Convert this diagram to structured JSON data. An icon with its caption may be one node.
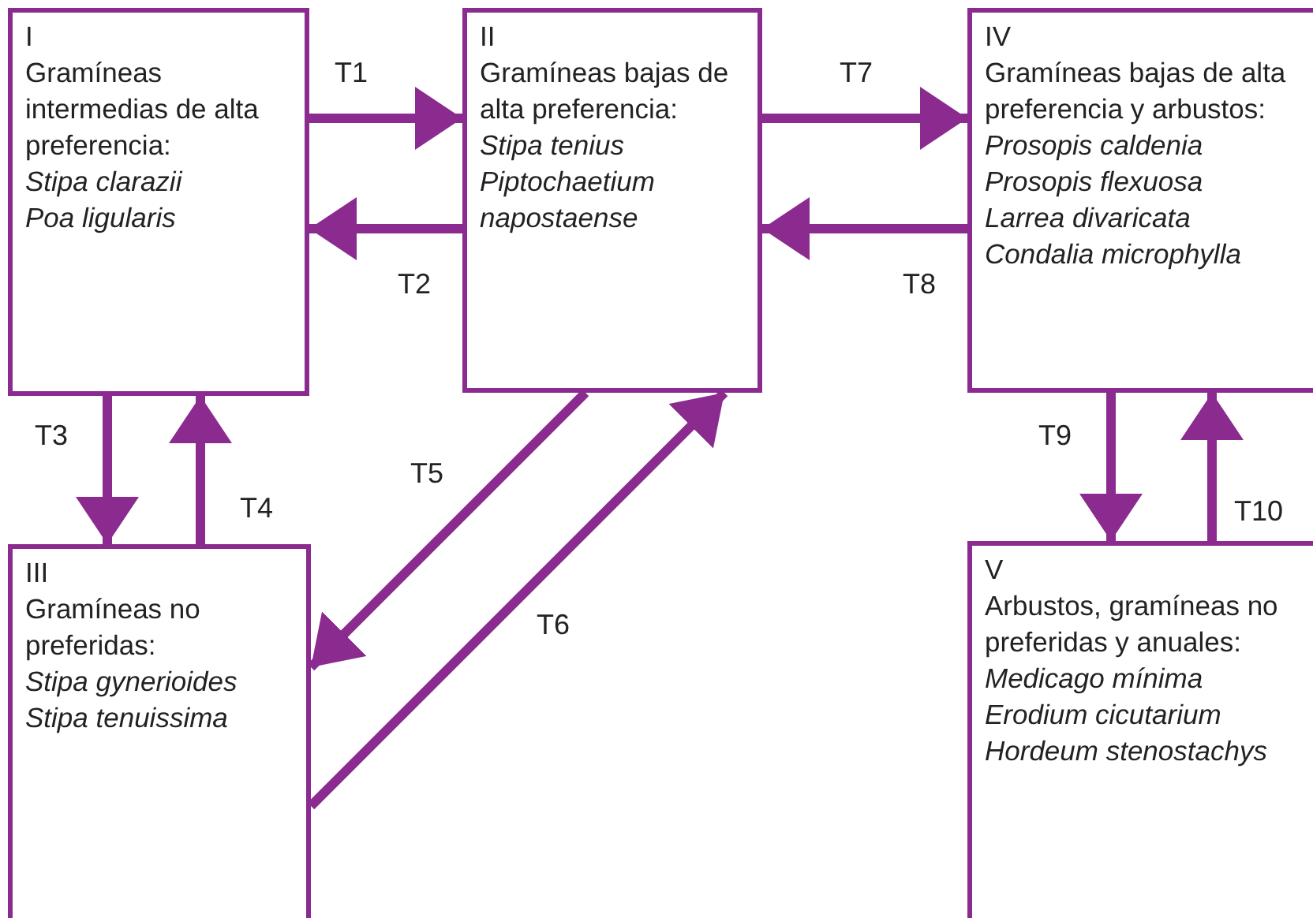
{
  "diagram": {
    "nodes": [
      {
        "text": [
          "I",
          "Gramíneas intermedias de alta preferencia:",
          "Stipa clarazii",
          "Poa ligularis"
        ]
      },
      {
        "text": [
          "II",
          "Gramíneas bajas de alta preferencia:",
          "Stipa tenius",
          "Piptochaetium napostaense"
        ]
      },
      {
        "text": [
          "IV",
          "Gramíneas bajas de alta preferencia y arbustos:",
          "Prosopis caldenia",
          "Prosopis flexuosa",
          "Larrea divaricata",
          "Condalia microphylla"
        ]
      },
      {
        "text": [
          "III",
          "Gramíneas no preferidas:",
          "Stipa gynerioides",
          "Stipa tenuissima"
        ]
      },
      {
        "text": [
          "V",
          "Arbustos, gramíneas no preferidas y anuales:",
          "Medicago mínima",
          "Erodium cicutarium",
          "Hordeum stenostachys"
        ]
      }
    ],
    "edges": [
      {
        "from": 0,
        "to": 1,
        "arrow": "to",
        "label": "T1"
      },
      {
        "from": 1,
        "to": 0,
        "arrow": "to",
        "label": "T2"
      },
      {
        "from": 0,
        "to": 3,
        "arrow": "to",
        "label": "T3"
      },
      {
        "from": 3,
        "to": 0,
        "arrow": "to",
        "label": "T4"
      },
      {
        "from": 1,
        "to": 3,
        "arrow": "to",
        "label": "T5"
      },
      {
        "from": 3,
        "to": 1,
        "arrow": "to",
        "label": "T6"
      },
      {
        "from": 1,
        "to": 2,
        "arrow": "to",
        "label": "T7"
      },
      {
        "from": 2,
        "to": 1,
        "arrow": "to",
        "label": "T8"
      },
      {
        "from": 2,
        "to": 4,
        "arrow": "to",
        "label": "T9"
      },
      {
        "from": 4,
        "to": 2,
        "arrow": "to",
        "label": "T10"
      }
    ]
  }
}
